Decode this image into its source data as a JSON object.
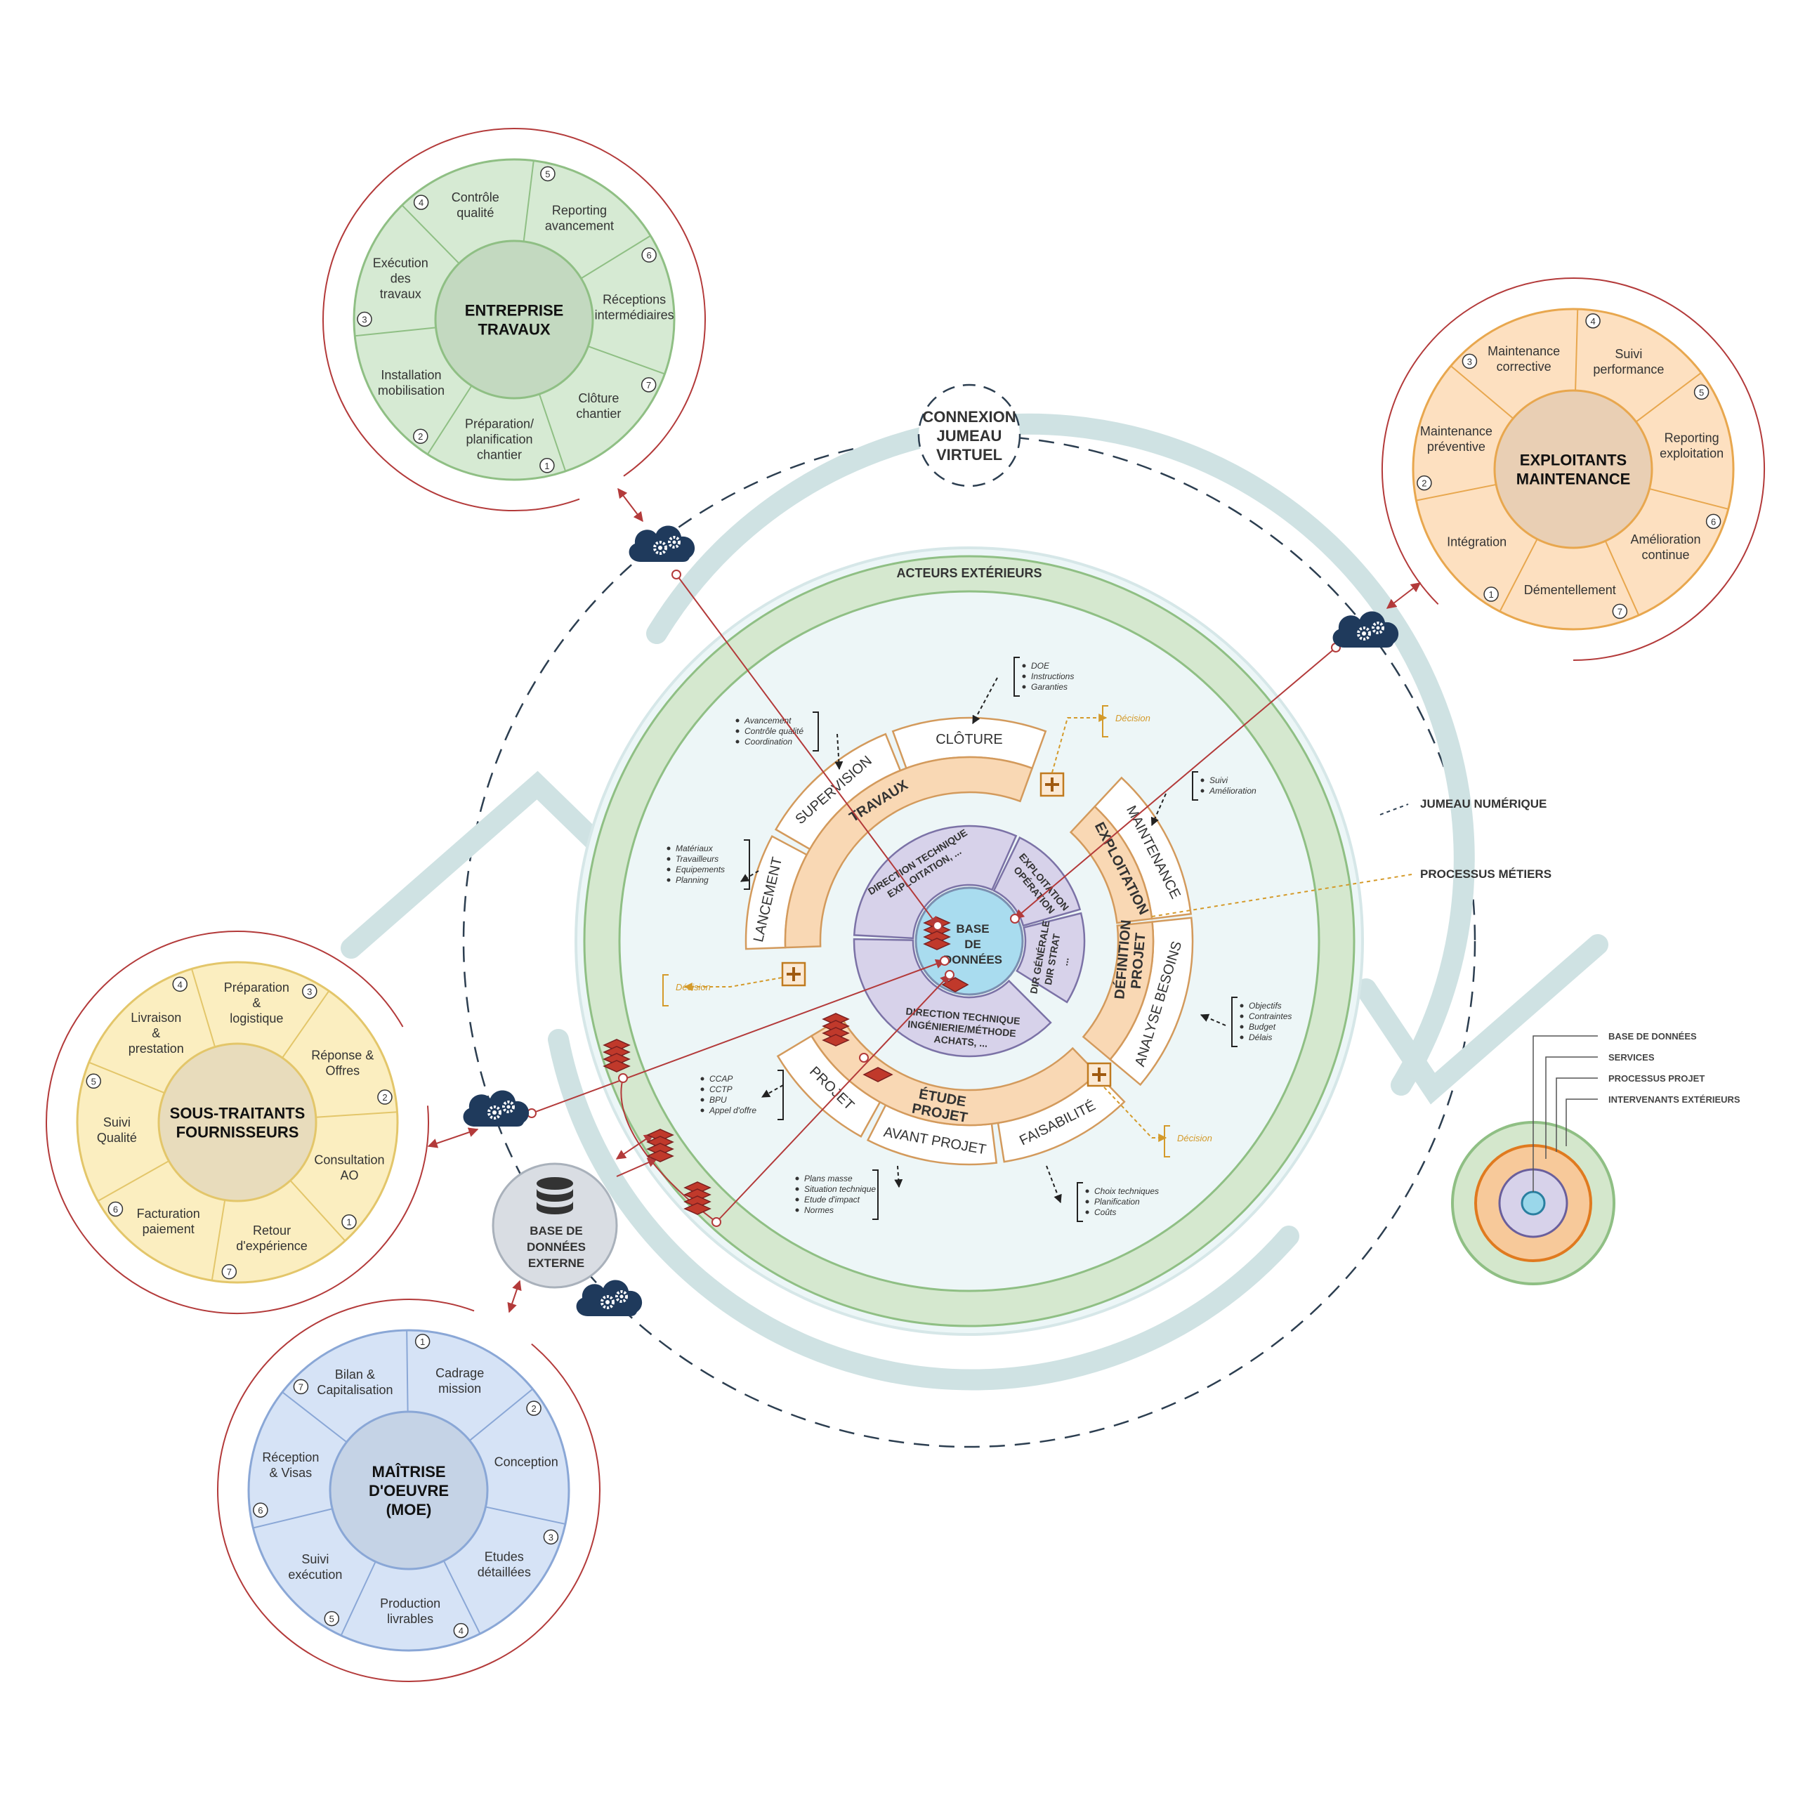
{
  "center": {
    "line1": "BASE",
    "line2": "DE",
    "line3": "DONNÉES"
  },
  "connexion": {
    "line1": "CONNEXION",
    "line2": "JUMEAU",
    "line3": "VIRTUEL"
  },
  "acteurs_label": "ACTEURS EXTÉRIEURS",
  "jumeau_label": "JUMEAU NUMÉRIQUE",
  "processus_label": "PROCESSUS MÉTIERS",
  "ext_db": {
    "line1": "BASE DE",
    "line2": "DONNÉES",
    "line3": "EXTERNE"
  },
  "directions": [
    {
      "line1": "DIRECTION TECHNIQUE",
      "line2": "EXPLOITATION, ..."
    },
    {
      "line1": "EXPLOITATION",
      "line2": "OPÉRATION"
    },
    {
      "line1": "DIR GÉNÉRALE",
      "line2": "DIR STRAT",
      "line3": "..."
    },
    {
      "line1": "DIRECTION TECHNIQUE",
      "line2": "INGÉNIERIE/MÉTHODE",
      "line3": "ACHATS, ..."
    }
  ],
  "phases": {
    "travaux": "TRAVAUX",
    "exploitation": "EXPLOITATION",
    "definition": {
      "line1": "DÉFINITION",
      "line2": "PROJET"
    },
    "etude": {
      "line1": "ÉTUDE",
      "line2": "PROJET"
    }
  },
  "steps": {
    "lancement": "LANCEMENT",
    "supervision": "SUPERVISION",
    "cloture": "CLÔTURE",
    "maintenance": "MAINTENANCE",
    "analyse": "ANALYSE BESOINS",
    "faisabilite": "FAISABILITÉ",
    "avant_projet": "AVANT PROJET",
    "projet": "PROJET"
  },
  "decision_label": "Décision",
  "notes": {
    "supervision": [
      "Avancement",
      "Contrôle qualité",
      "Coordination"
    ],
    "cloture": [
      "DOE",
      "Instructions",
      "Garanties"
    ],
    "maintenance": [
      "Suivi",
      "Amélioration"
    ],
    "lancement": [
      "Matériaux",
      "Travailleurs",
      "Equipements",
      "Planning"
    ],
    "analyse": [
      "Objectifs",
      "Contraintes",
      "Budget",
      "Délais"
    ],
    "projet": [
      "CCAP",
      "CCTP",
      "BPU",
      "Appel d'offre"
    ],
    "avant_projet": [
      "Plans masse",
      "Situation technique",
      "Etude d'impact",
      "Normes"
    ],
    "faisabilite": [
      "Choix techniques",
      "Planification",
      "Coûts"
    ]
  },
  "actors": {
    "entreprise": {
      "title": {
        "line1": "ENTREPRISE",
        "line2": "TRAVAUX"
      },
      "colors": {
        "fill": "#d6ead3",
        "stroke": "#8fbf84",
        "center": "#c3d9c0",
        "ring": "#b33a3a"
      },
      "segments": [
        {
          "n": "1",
          "l1": "Préparation/",
          "l2": "planification",
          "l3": "chantier"
        },
        {
          "n": "2",
          "l1": "Installation",
          "l2": "mobilisation"
        },
        {
          "n": "3",
          "l1": "Exécution",
          "l2": "des",
          "l3": "travaux"
        },
        {
          "n": "4",
          "l1": "Contrôle",
          "l2": "qualité"
        },
        {
          "n": "5",
          "l1": "Reporting",
          "l2": "avancement"
        },
        {
          "n": "6",
          "l1": "Réceptions",
          "l2": "intermédiaires"
        },
        {
          "n": "7",
          "l1": "Clôture",
          "l2": "chantier"
        }
      ]
    },
    "exploitants": {
      "title": {
        "line1": "EXPLOITANTS",
        "line2": "MAINTENANCE"
      },
      "colors": {
        "fill": "#fde0c0",
        "stroke": "#e8a74e",
        "center": "#e9cfb4",
        "ring": "#b33a3a"
      },
      "segments": [
        {
          "n": "1",
          "l1": "Intégration"
        },
        {
          "n": "2",
          "l1": "Maintenance",
          "l2": "préventive"
        },
        {
          "n": "3",
          "l1": "Maintenance",
          "l2": "corrective"
        },
        {
          "n": "4",
          "l1": "Suivi",
          "l2": "performance"
        },
        {
          "n": "5",
          "l1": "Reporting",
          "l2": "exploitation"
        },
        {
          "n": "6",
          "l1": "Amélioration",
          "l2": "continue"
        },
        {
          "n": "7",
          "l1": "Démentellement"
        }
      ]
    },
    "soustraitants": {
      "title": {
        "line1": "SOUS-TRAITANTS",
        "line2": "FOURNISSEURS"
      },
      "colors": {
        "fill": "#fbeec0",
        "stroke": "#e3c66a",
        "center": "#e8dcbc",
        "ring": "#b33a3a"
      },
      "segments": [
        {
          "n": "1",
          "l1": "Consultation",
          "l2": "AO"
        },
        {
          "n": "2",
          "l1": "Réponse &",
          "l2": "Offres"
        },
        {
          "n": "3",
          "l1": "Préparation",
          "l2": "&",
          "l3": "logistique"
        },
        {
          "n": "4",
          "l1": "Livraison",
          "l2": "&",
          "l3": "prestation"
        },
        {
          "n": "5",
          "l1": "Suivi",
          "l2": "Qualité"
        },
        {
          "n": "6",
          "l1": "Facturation",
          "l2": "paiement"
        },
        {
          "n": "7",
          "l1": "Retour",
          "l2": "d'expérience"
        }
      ]
    },
    "moe": {
      "title": {
        "line1": "MAÎTRISE",
        "line2": "D'OEUVRE",
        "line3": "(MOE)"
      },
      "colors": {
        "fill": "#d6e3f6",
        "stroke": "#8aa7d6",
        "center": "#c5d3e6",
        "ring": "#b33a3a"
      },
      "segments": [
        {
          "n": "1",
          "l1": "Cadrage",
          "l2": "mission"
        },
        {
          "n": "2",
          "l1": "Conception"
        },
        {
          "n": "3",
          "l1": "Etudes",
          "l2": "détaillées"
        },
        {
          "n": "4",
          "l1": "Production",
          "l2": "livrables"
        },
        {
          "n": "5",
          "l1": "Suivi",
          "l2": "exécution"
        },
        {
          "n": "6",
          "l1": "Réception",
          "l2": "& Visas"
        },
        {
          "n": "7",
          "l1": "Bilan &",
          "l2": "Capitalisation"
        }
      ]
    }
  },
  "legend": [
    "BASE DE DONNÉES",
    "SERVICES",
    "PROCESSUS PROJET",
    "INTERVENANTS EXTÉRIEURS"
  ]
}
